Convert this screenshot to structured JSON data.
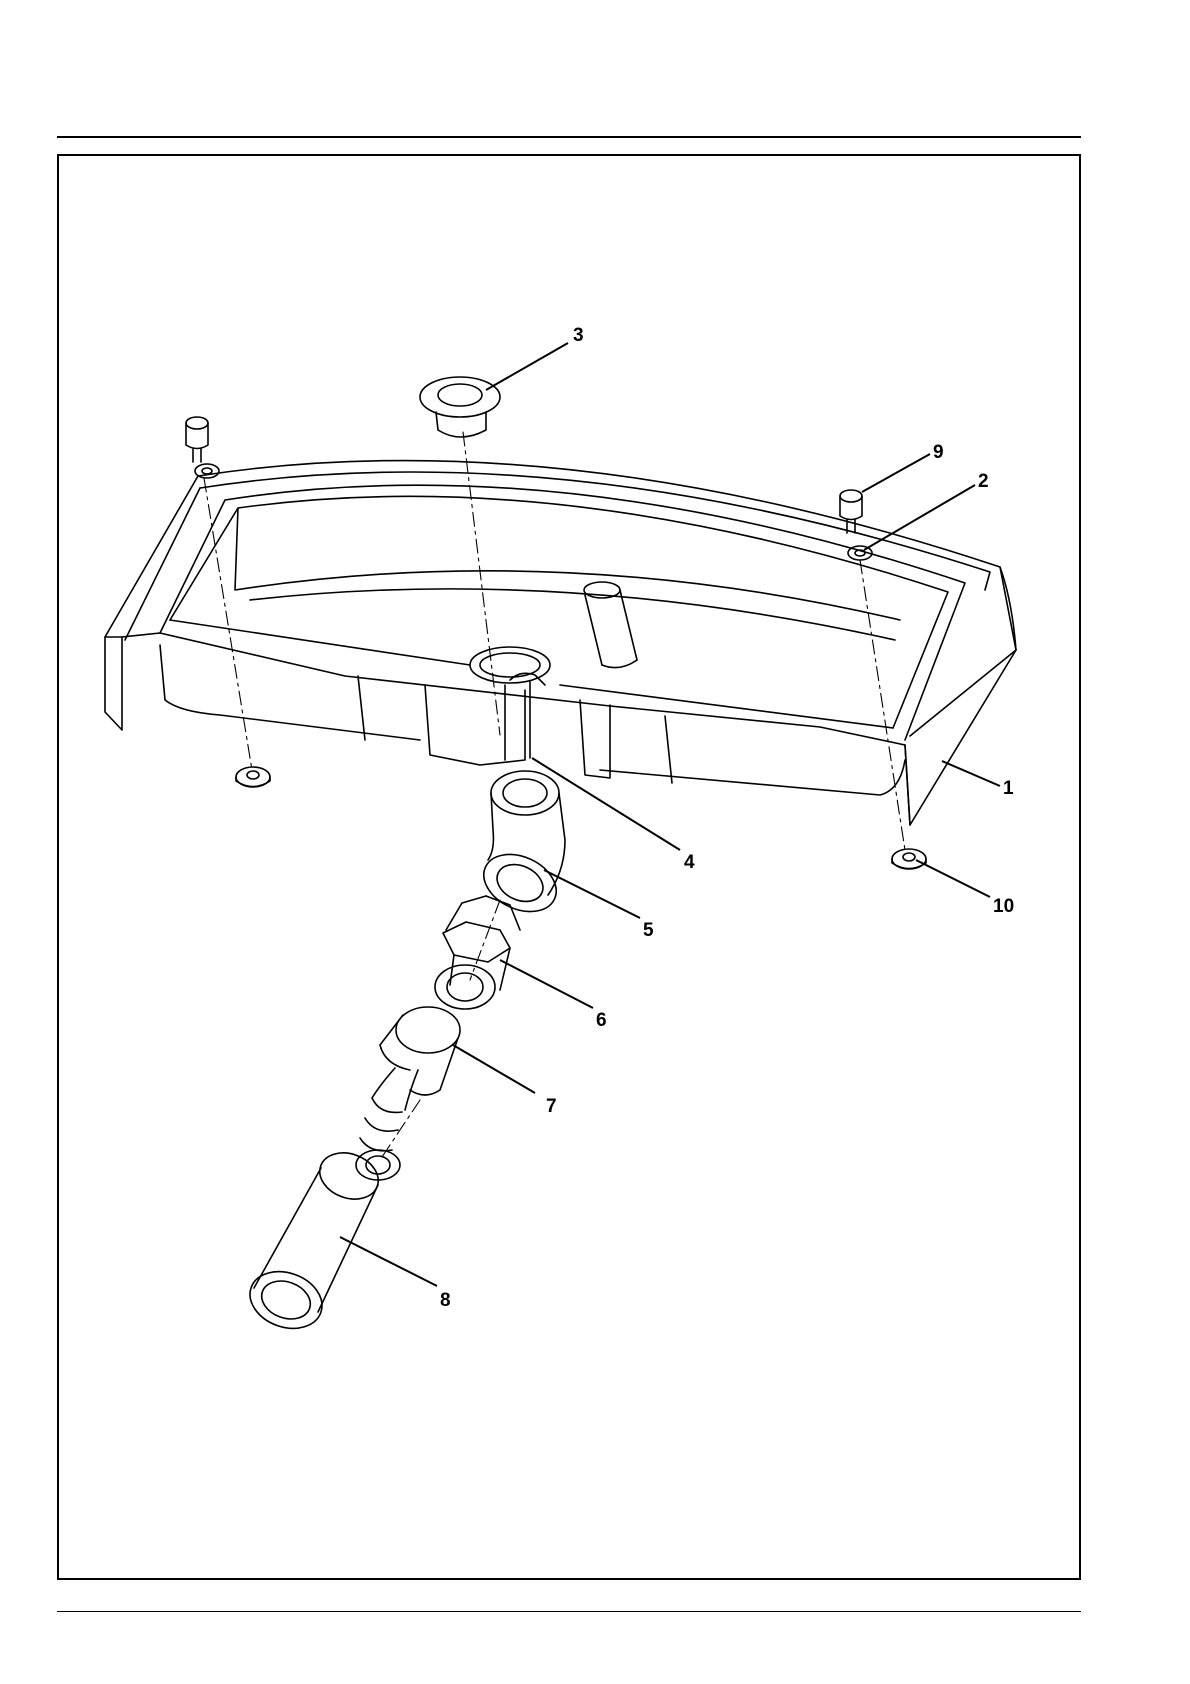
{
  "figure": {
    "type": "exploded parts diagram",
    "callouts": [
      {
        "id": "c1",
        "label": "1"
      },
      {
        "id": "c2",
        "label": "2"
      },
      {
        "id": "c3",
        "label": "3"
      },
      {
        "id": "c4",
        "label": "4"
      },
      {
        "id": "c5",
        "label": "5"
      },
      {
        "id": "c6",
        "label": "6"
      },
      {
        "id": "c7",
        "label": "7"
      },
      {
        "id": "c8",
        "label": "8"
      },
      {
        "id": "c9",
        "label": "9"
      },
      {
        "id": "c10",
        "label": "10"
      }
    ]
  },
  "colors": {
    "line": "#000000",
    "background": "#ffffff"
  }
}
